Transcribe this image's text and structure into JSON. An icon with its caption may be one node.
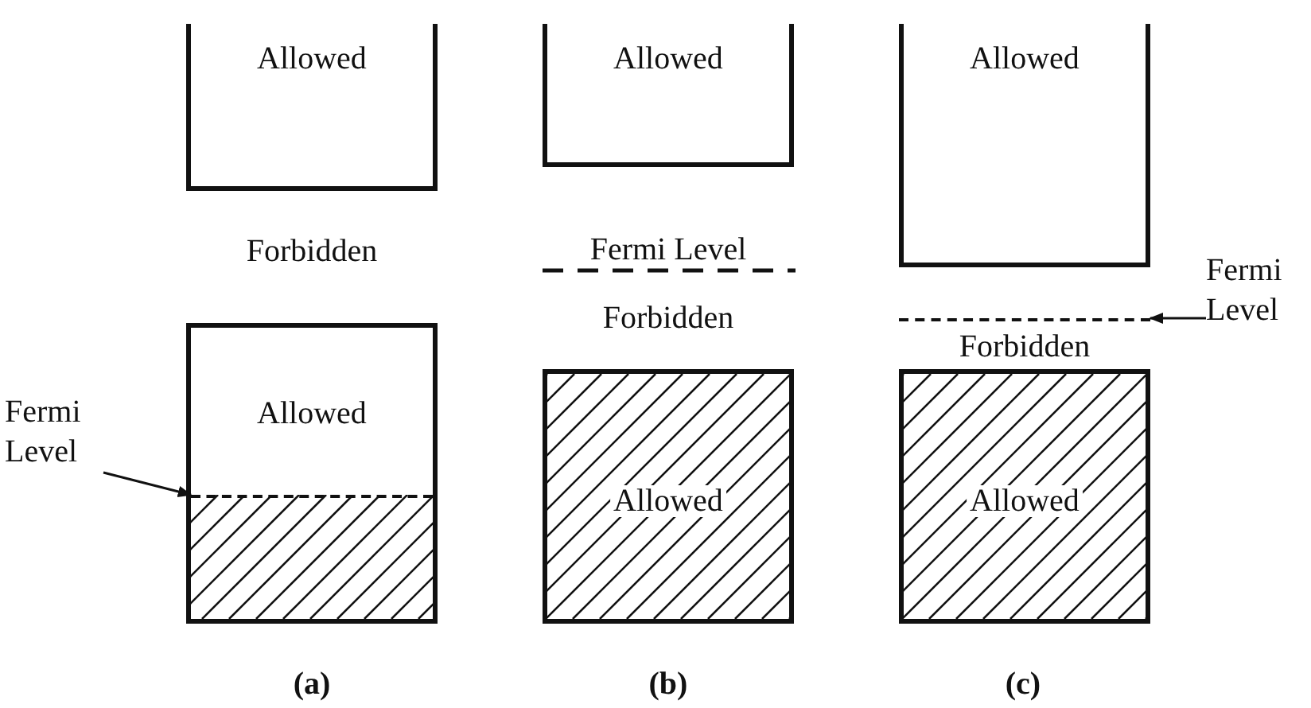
{
  "diagram": {
    "nodes": [
      {
        "text": [
          "Allowed"
        ]
      },
      {
        "text": [
          "Allowed"
        ]
      },
      {
        "text": [
          "Fermi Level"
        ]
      },
      {
        "text": [],
        "shape": "line",
        "in": 1
      },
      {
        "text": [
          "Allowed"
        ]
      },
      {
        "text": [
          "Allowed"
        ]
      },
      {
        "text": [
          "Allowed"
        ]
      },
      {
        "text": [
          "Allowed"
        ]
      },
      {
        "text": [
          "Fermi Level"
        ]
      },
      {
        "text": [],
        "shape": "line"
      }
    ],
    "edges": [
      {
        "from": 2,
        "to": 3,
        "arrow": "to"
      },
      {
        "from": 8,
        "to": 9,
        "arrow": "to"
      }
    ],
    "labels": [
      "Forbidden",
      "Fermi Level",
      "Forbidden",
      "Forbidden",
      "(a)",
      "(b)",
      "(c)"
    ]
  }
}
